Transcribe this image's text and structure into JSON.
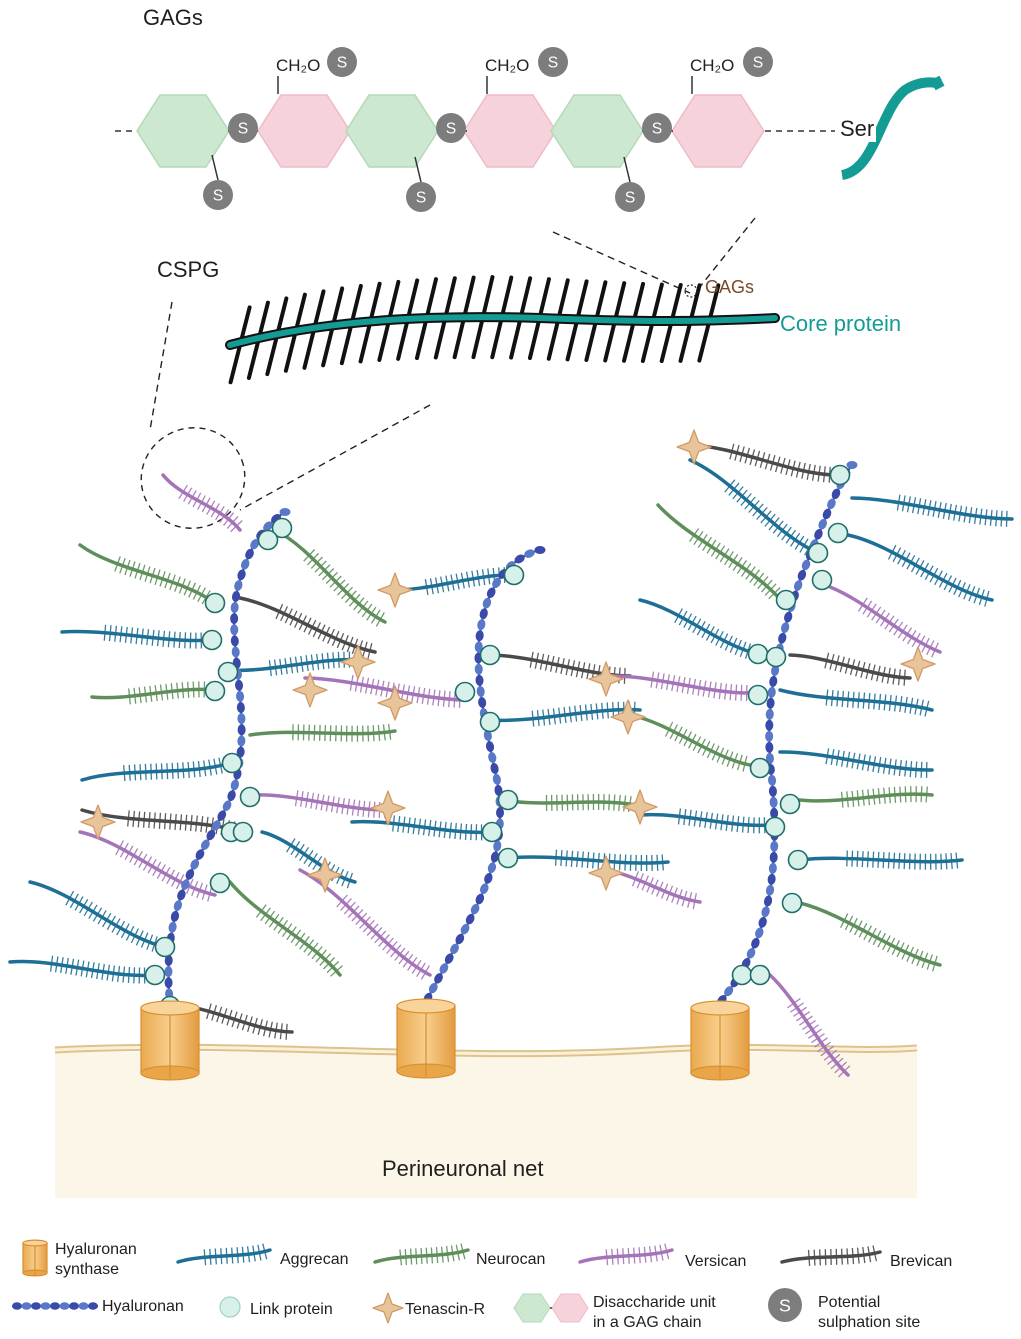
{
  "gag_panel": {
    "title": "GAGs",
    "ch2o_label": "CH₂O",
    "sulfate_symbol": "S",
    "ser_label": "Ser"
  },
  "cspg_panel": {
    "title": "CSPG",
    "gags_label": "GAGs",
    "core_label": "Core protein"
  },
  "net": {
    "label": "Perineuronal net"
  },
  "legend": {
    "hyaluronan_synthase": [
      "Hyaluronan",
      "synthase"
    ],
    "aggrecan": "Aggrecan",
    "neurocan": "Neurocan",
    "versican": "Versican",
    "brevican": "Brevican",
    "hyaluronan": "Hyaluronan",
    "link_protein": "Link protein",
    "tenascin": "Tenascin-R",
    "disaccharide": [
      "Disaccharide unit",
      "in a GAG chain"
    ],
    "sulphation": [
      "Potential",
      "sulphation site"
    ]
  },
  "colors": {
    "aggrecan": "#1e6f95",
    "neurocan": "#5e8f5a",
    "versican": "#a473b8",
    "brevican": "#4a4a4a",
    "hyaluronan": "#4d5fb0",
    "link_protein": "#d8f0ea",
    "tenascin": "#e8c49a",
    "synthase": "#f3c47c",
    "hexagon_green": "#cde8d0",
    "hexagon_pink": "#f6d2da",
    "sulfate": "#7d7d7d",
    "core_protein": "#149c94",
    "membrane": "#fbf6e8"
  }
}
